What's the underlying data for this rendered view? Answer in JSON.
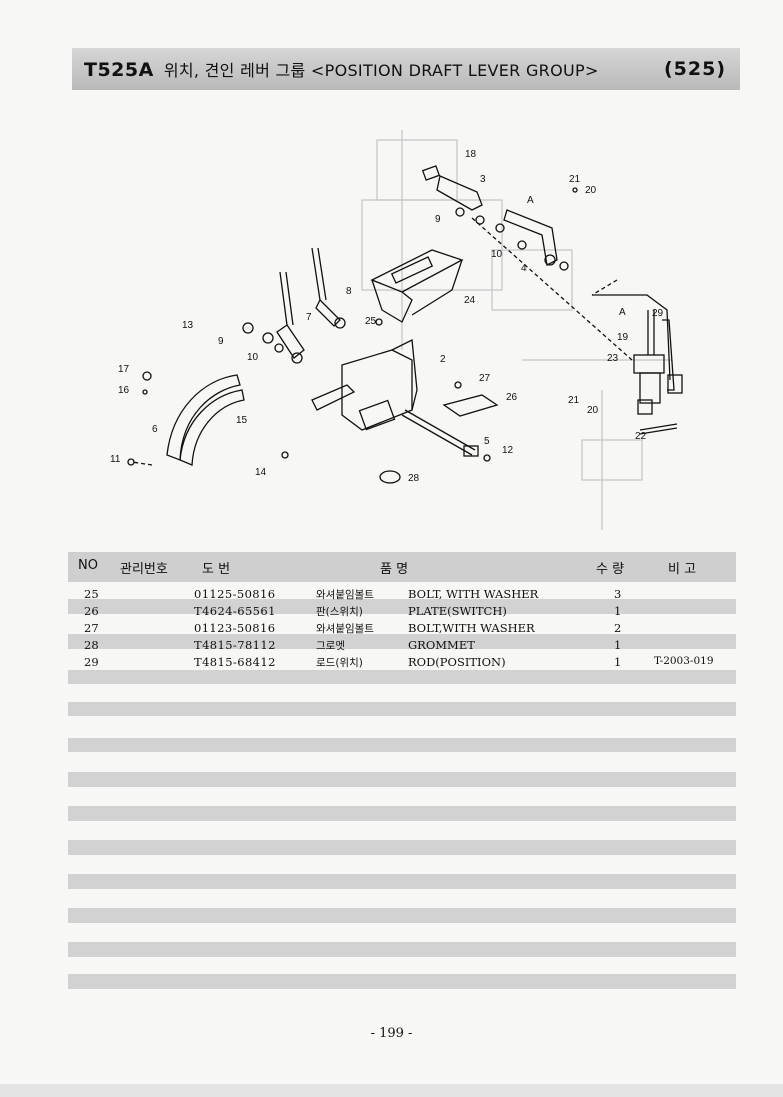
{
  "header": {
    "code": "T525A",
    "title": "위치, 견인 레버 그룹 <POSITION DRAFT LEVER GROUP>",
    "page_code": "(525)"
  },
  "diagram": {
    "labels": [
      "18",
      "3",
      "21",
      "20",
      "A",
      "9",
      "10",
      "4",
      "8",
      "7",
      "24",
      "13",
      "9",
      "25",
      "10",
      "29",
      "A",
      "19",
      "23",
      "2",
      "17",
      "16",
      "27",
      "26",
      "21",
      "20",
      "15",
      "6",
      "5",
      "12",
      "22",
      "11",
      "14",
      "28"
    ]
  },
  "table": {
    "headers": {
      "no": "NO",
      "code": "관리번호",
      "part": "도    번",
      "name": "품          명",
      "qty": "수 량",
      "note": "비  고"
    },
    "rows": [
      {
        "no": "25",
        "part": "01125-50816",
        "kr": "와셔붙임볼트",
        "en": "BOLT, WITH WASHER",
        "qty": "3",
        "note": ""
      },
      {
        "no": "26",
        "part": "T4624-65561",
        "kr": "판(스위치)",
        "en": "PLATE(SWITCH)",
        "qty": "1",
        "note": ""
      },
      {
        "no": "27",
        "part": "01123-50816",
        "kr": "와셔붙임볼트",
        "en": "BOLT,WITH WASHER",
        "qty": "2",
        "note": ""
      },
      {
        "no": "28",
        "part": "T4815-78112",
        "kr": "그로멧",
        "en": "GROMMET",
        "qty": "1",
        "note": ""
      },
      {
        "no": "29",
        "part": "T4815-68412",
        "kr": "로드(위치)",
        "en": "ROD(POSITION)",
        "qty": "1",
        "note": "T-2003-019"
      }
    ]
  },
  "footer": {
    "page_number": "- 199 -"
  }
}
